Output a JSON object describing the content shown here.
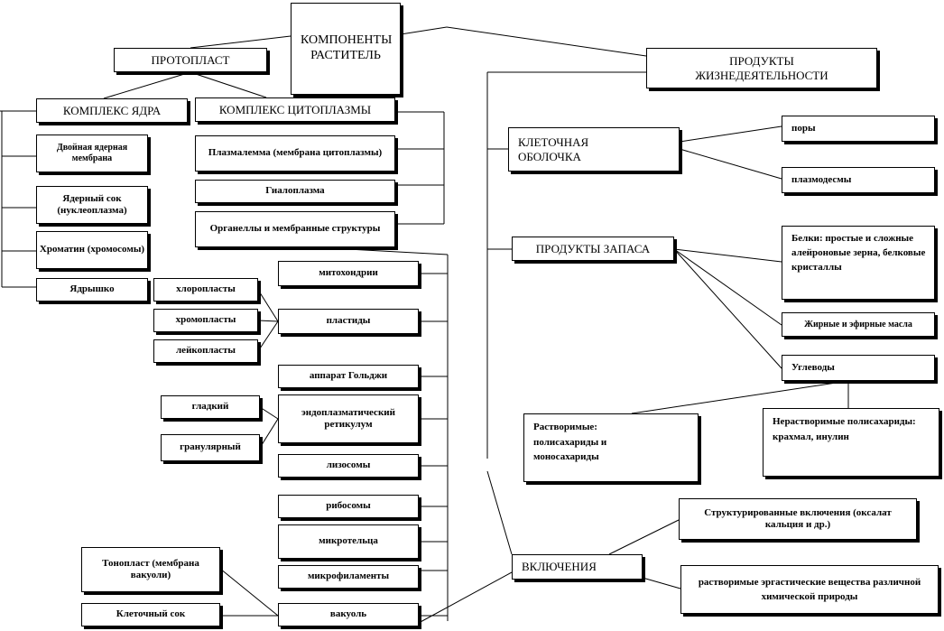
{
  "root": {
    "title": "КОМПОНЕНТЫ РАСТИТЕЛЬ"
  },
  "protoplast": {
    "label": "ПРОТОПЛАСТ"
  },
  "nucleus": {
    "label": "КОМПЛЕКС ЯДРА",
    "items": [
      "Двойная ядерная мембрана",
      "Ядерный сок (нуклеоплазма)",
      "Хроматин (хромосомы)",
      "Ядрышко"
    ]
  },
  "cytoplasm": {
    "label": "КОМПЛЕКС ЦИТОПЛАЗМЫ",
    "items": [
      "Плазмалемма (мембрана цитоплазмы)",
      "Гиалоплазма",
      "Органеллы и мембранные структуры"
    ]
  },
  "organelles": {
    "items": [
      "митохондрии",
      "пластиды",
      "аппарат Гольджи",
      "эндоплазматический ретикулум",
      "лизосомы",
      "рибосомы",
      "микротельца",
      "микрофиламенты",
      "вакуоль"
    ]
  },
  "plastids": {
    "items": [
      "хлоропласты",
      "хромопласты",
      "лейкопласты"
    ]
  },
  "er": {
    "items": [
      "гладкий",
      "гранулярный"
    ]
  },
  "vacuole": {
    "items": [
      "Тонопласт (мембрана вакуоли)",
      "Клеточный сок"
    ]
  },
  "products": {
    "label": "ПРОДУКТЫ ЖИЗНЕДЕЯТЕЛЬНОСТИ"
  },
  "cell_wall": {
    "label": "КЛЕТОЧНАЯ ОБОЛОЧКА",
    "items": [
      "поры",
      "плазмодесмы"
    ]
  },
  "reserves": {
    "label": "ПРОДУКТЫ ЗАПАСА",
    "items": [
      "Белки: простые и сложные алейроновые зерна, белковые кристаллы",
      "Жирные и эфирные масла",
      "Углеводы"
    ]
  },
  "carbs": {
    "items": [
      "Растворимые: полисахариды и моносахариды",
      "Нерастворимые полисахариды: крахмал, инулин"
    ]
  },
  "inclusions": {
    "label": "ВКЛЮЧЕНИЯ",
    "items": [
      "Структурированные включения (оксалат кальция и др.)",
      "растворимые эргастические вещества различной химической природы"
    ]
  }
}
